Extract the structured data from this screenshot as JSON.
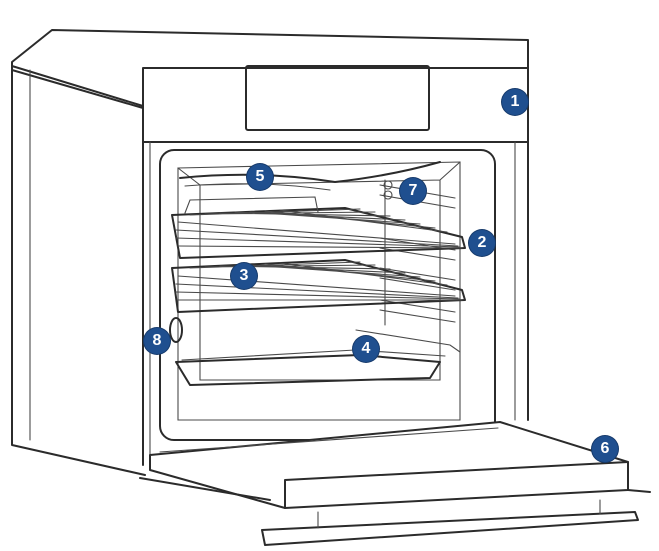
{
  "colors": {
    "line": "#2b2b2b",
    "callout_fill": "#1f4f8f",
    "callout_text": "#ffffff"
  },
  "callouts": [
    {
      "id": "1",
      "label": "1"
    },
    {
      "id": "2",
      "label": "2"
    },
    {
      "id": "3",
      "label": "3"
    },
    {
      "id": "4",
      "label": "4"
    },
    {
      "id": "5",
      "label": "5"
    },
    {
      "id": "6",
      "label": "6"
    },
    {
      "id": "7",
      "label": "7"
    },
    {
      "id": "8",
      "label": "8"
    }
  ]
}
